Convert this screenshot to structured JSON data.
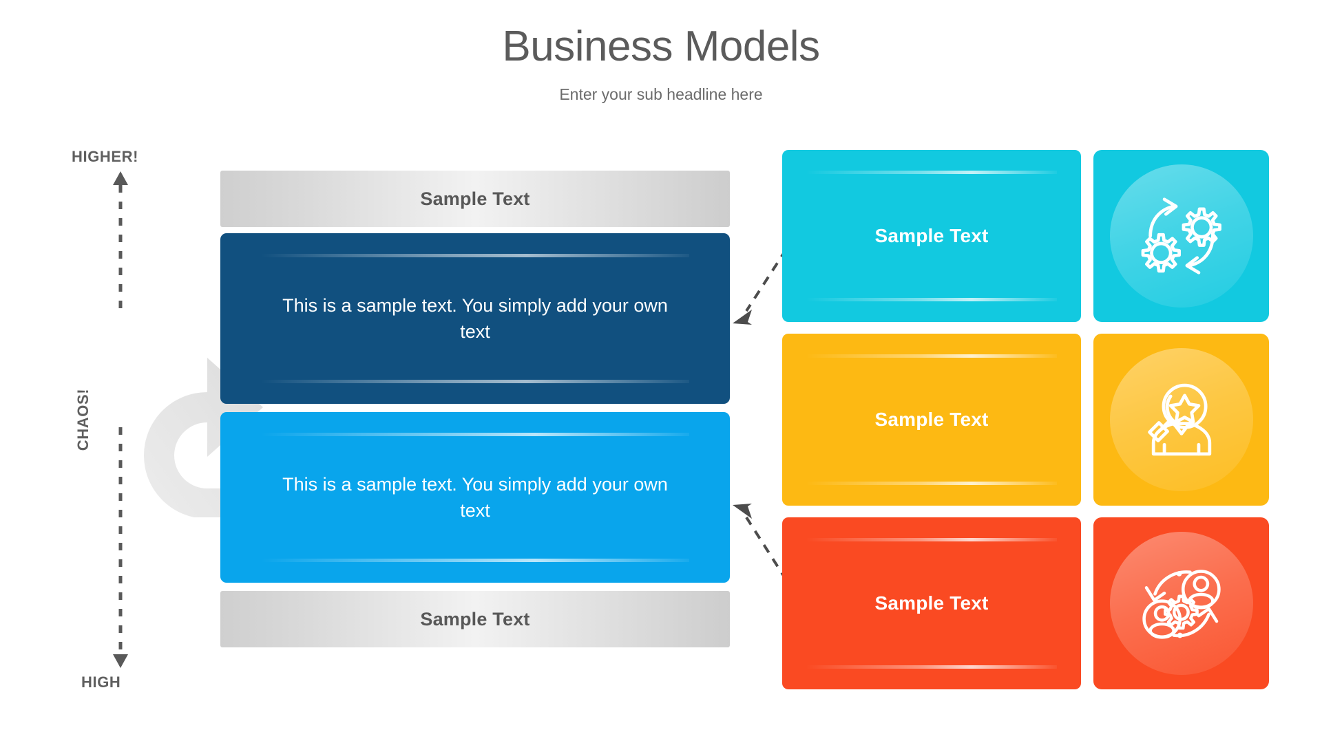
{
  "header": {
    "title": "Business Models",
    "subtitle": "Enter your sub headline here"
  },
  "axis": {
    "top_label": "HIGHER!",
    "middle_label": "CHAOS!",
    "bottom_label": "HIGH",
    "arrow_icon": "double-arrow-dashed-vertical-icon",
    "curved_arrow_icon": "curved-loop-arrow-icon"
  },
  "left_panel": {
    "top_bar": {
      "label": "Sample Text"
    },
    "bottom_bar": {
      "label": "Sample Text"
    },
    "blocks": [
      {
        "id": "dark-blue",
        "text": "This is a sample text. You simply add your own text",
        "color": "#11507f"
      },
      {
        "id": "light-blue",
        "text": "This is a sample text. You simply add your own text",
        "color": "#09a5ec"
      }
    ]
  },
  "right_panel": {
    "rows": [
      {
        "id": "cyan",
        "label": "Sample Text",
        "color": "#12c9e0",
        "icon": "gears-cycle-icon"
      },
      {
        "id": "yellow",
        "label": "Sample Text",
        "color": "#fdb913",
        "icon": "magnifier-star-person-icon"
      },
      {
        "id": "red",
        "label": "Sample Text",
        "color": "#fa4a22",
        "icon": "people-gear-cycle-icon"
      }
    ]
  },
  "connectors": [
    {
      "id": "cyan-to-dark-blue",
      "icon": "dashed-arrow-down-left-icon"
    },
    {
      "id": "red-to-light-blue",
      "icon": "dashed-arrow-up-left-icon"
    }
  ],
  "colors": {
    "title_grey": "#5b5b5b",
    "bar_grey": "#d9d9d9",
    "dark_blue": "#11507f",
    "light_blue": "#09a5ec",
    "cyan": "#12c9e0",
    "yellow": "#fdb913",
    "red": "#fa4a22",
    "connector_grey": "#4c4c4c"
  }
}
